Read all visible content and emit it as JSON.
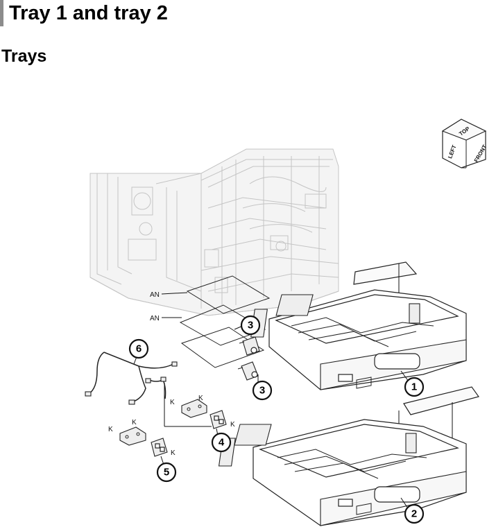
{
  "header": {
    "title": "Tray 1 and tray 2",
    "subtitle": "Trays"
  },
  "orientation_cube": {
    "top": "TOP",
    "left": "LEFT",
    "front": "FRONT"
  },
  "callouts": [
    "1",
    "2",
    "3",
    "3",
    "4",
    "5",
    "6"
  ],
  "connector_labels": {
    "an_upper": "AN",
    "an_lower": "AN",
    "k": "K"
  }
}
